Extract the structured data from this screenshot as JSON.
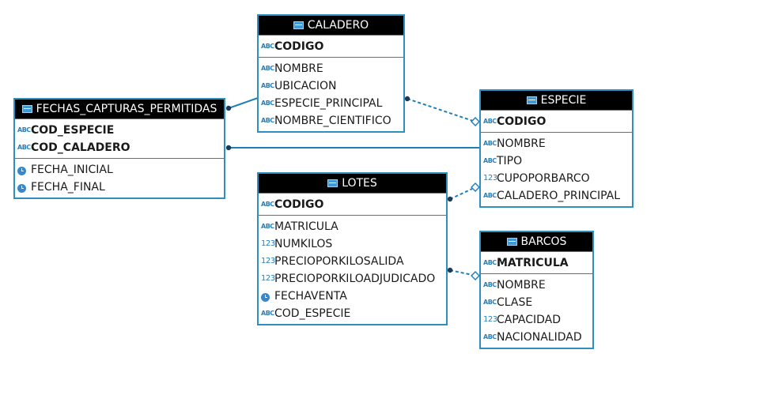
{
  "colors": {
    "border": "#2f8fc0",
    "header_bg": "#000000",
    "link": "#1e7fb8"
  },
  "tables": {
    "caladero": {
      "name": "CALADERO",
      "keys": [
        {
          "icon": "text-type-icon",
          "label": "ABC",
          "name": "CODIGO"
        }
      ],
      "cols": [
        {
          "icon": "text-type-icon",
          "label": "ABC",
          "name": "NOMBRE"
        },
        {
          "icon": "text-type-icon",
          "label": "ABC",
          "name": "UBICACION"
        },
        {
          "icon": "text-type-icon",
          "label": "ABC",
          "name": "ESPECIE_PRINCIPAL"
        },
        {
          "icon": "text-type-icon",
          "label": "ABC",
          "name": "NOMBRE_CIENTIFICO"
        }
      ]
    },
    "fechas": {
      "name": "FECHAS_CAPTURAS_PERMITIDAS",
      "keys": [
        {
          "icon": "text-type-icon",
          "label": "ABC",
          "name": "COD_ESPECIE"
        },
        {
          "icon": "text-type-icon",
          "label": "ABC",
          "name": "COD_CALADERO"
        }
      ],
      "cols": [
        {
          "icon": "clock-icon",
          "label": "",
          "name": "FECHA_INICIAL"
        },
        {
          "icon": "clock-icon",
          "label": "",
          "name": "FECHA_FINAL"
        }
      ]
    },
    "especie": {
      "name": "ESPECIE",
      "keys": [
        {
          "icon": "text-type-icon",
          "label": "ABC",
          "name": "CODIGO"
        }
      ],
      "cols": [
        {
          "icon": "text-type-icon",
          "label": "ABC",
          "name": "NOMBRE"
        },
        {
          "icon": "text-type-icon",
          "label": "ABC",
          "name": "TIPO"
        },
        {
          "icon": "number-type-icon",
          "label": "123",
          "name": "CUPOPORBARCO"
        },
        {
          "icon": "text-type-icon",
          "label": "ABC",
          "name": "CALADERO_PRINCIPAL"
        }
      ]
    },
    "lotes": {
      "name": "LOTES",
      "keys": [
        {
          "icon": "text-type-icon",
          "label": "ABC",
          "name": "CODIGO"
        }
      ],
      "cols": [
        {
          "icon": "text-type-icon",
          "label": "ABC",
          "name": "MATRICULA"
        },
        {
          "icon": "number-type-icon",
          "label": "123",
          "name": "NUMKILOS"
        },
        {
          "icon": "number-type-icon",
          "label": "123",
          "name": "PRECIOPORKILOSALIDA"
        },
        {
          "icon": "number-type-icon",
          "label": "123",
          "name": "PRECIOPORKILOADJUDICADO"
        },
        {
          "icon": "clock-icon",
          "label": "",
          "name": "FECHAVENTA"
        },
        {
          "icon": "text-type-icon",
          "label": "ABC",
          "name": "COD_ESPECIE"
        }
      ]
    },
    "barcos": {
      "name": "BARCOS",
      "keys": [
        {
          "icon": "text-type-icon",
          "label": "ABC",
          "name": "MATRICULA"
        }
      ],
      "cols": [
        {
          "icon": "text-type-icon",
          "label": "ABC",
          "name": "NOMBRE"
        },
        {
          "icon": "text-type-icon",
          "label": "ABC",
          "name": "CLASE"
        },
        {
          "icon": "number-type-icon",
          "label": "123",
          "name": "CAPACIDAD"
        },
        {
          "icon": "text-type-icon",
          "label": "ABC",
          "name": "NACIONALIDAD"
        }
      ]
    }
  }
}
